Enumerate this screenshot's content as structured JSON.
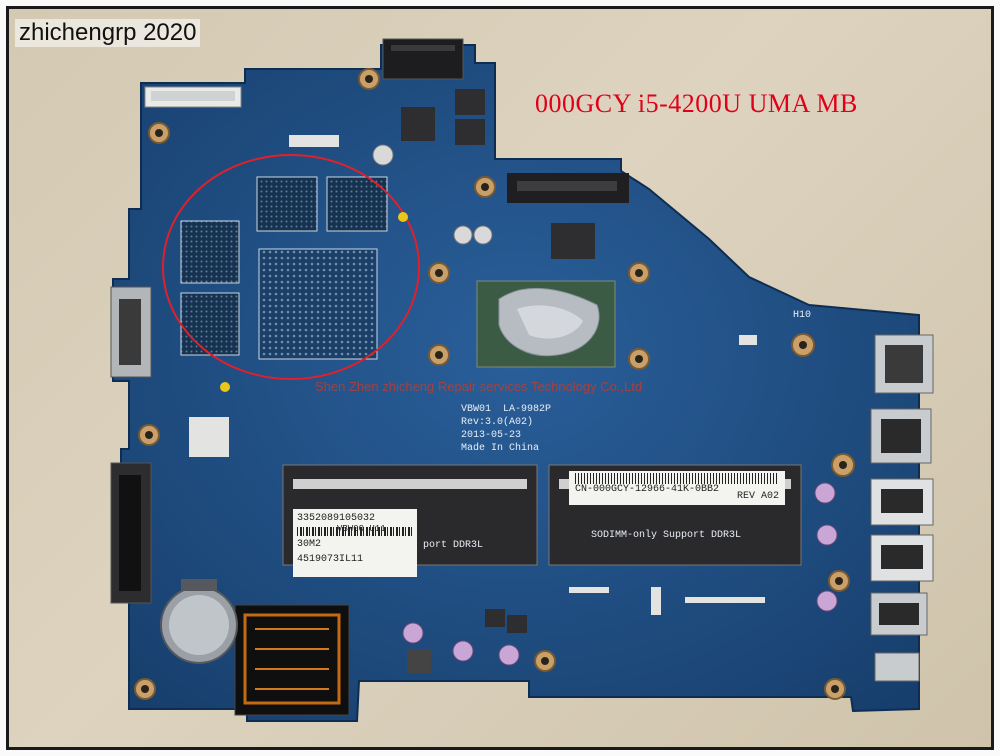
{
  "watermark": "zhichengrp 2020",
  "model_label": "000GCY i5-4200U UMA MB",
  "shop_text": "Shen Zhen zhicheng Repair services Technology Co.,Ltd",
  "silkscreen": {
    "board_id": "VBW01  LA-9982P",
    "rev": "Rev:3.0(A02)",
    "date": "2013-05-23",
    "made_in": "Made In China",
    "dimm_left_text": "port DDR3L",
    "dimm_right_text": "SODIMM-only Support DDR3L",
    "h10": "H10"
  },
  "sticker_left": {
    "line1": "3352089105032",
    "line2": "VBW00 U11",
    "line3": "30M2",
    "line4": "4519073IL11"
  },
  "serial_strip": {
    "text": "CN-000GCY-12966-41K-0BB2",
    "rev": "REV A02"
  },
  "colors": {
    "pcb": "#1d4f86",
    "pcb_dark": "#163f6e",
    "annotation_circle": "#e0202a",
    "label_red": "#e0001a"
  }
}
